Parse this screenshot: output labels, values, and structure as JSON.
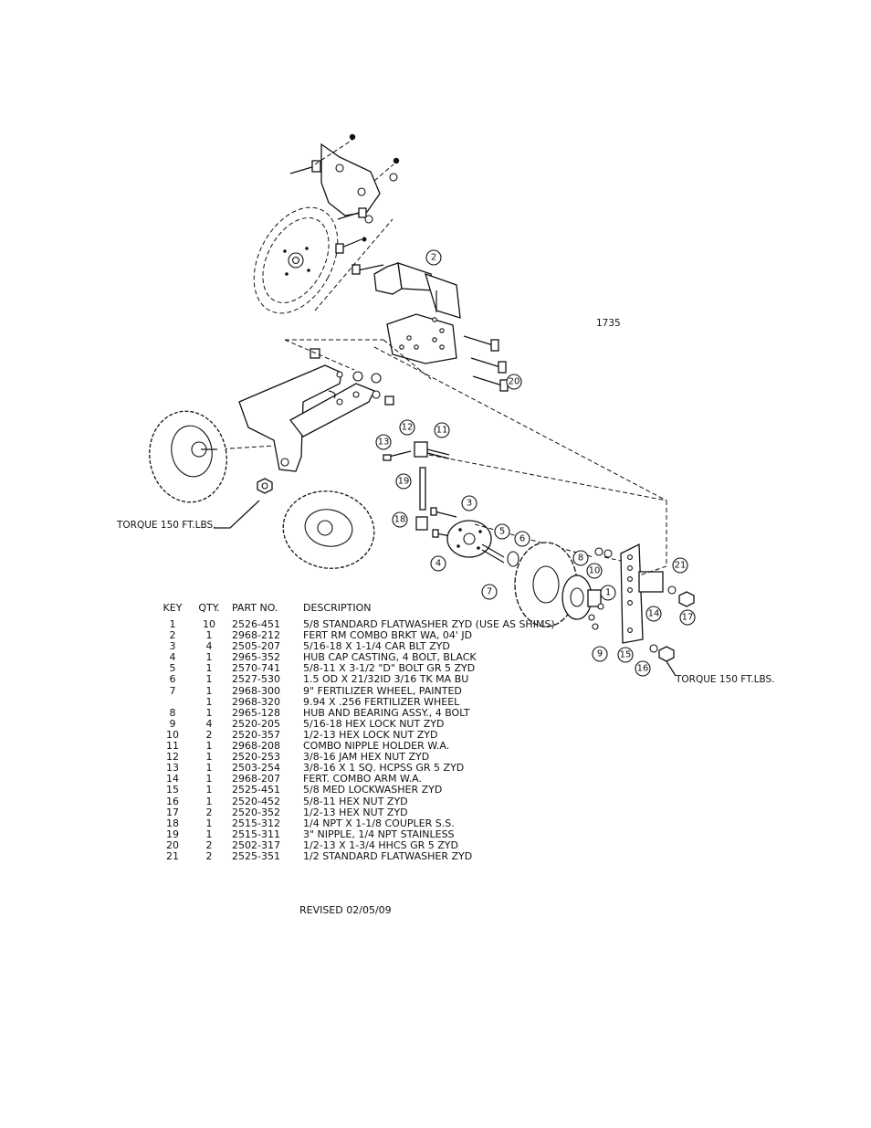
{
  "drawing_number": "1735",
  "torque_left": "TORQUE 150 FT.LBS.",
  "torque_right": "TORQUE 150 FT.LBS.",
  "revised": "REVISED 02/05/09",
  "headers": {
    "key": "KEY",
    "qty": "QTY.",
    "part_no": "PART NO.",
    "description": "DESCRIPTION"
  },
  "callouts": [
    "1",
    "2",
    "3",
    "4",
    "5",
    "6",
    "7",
    "8",
    "9",
    "10",
    "11",
    "12",
    "13",
    "14",
    "15",
    "16",
    "17",
    "18",
    "19",
    "20",
    "21"
  ],
  "parts": [
    {
      "key": "1",
      "qty": "10",
      "part_no": "2526-451",
      "description": "5/8 STANDARD FLATWASHER ZYD (USE AS SHIMS)"
    },
    {
      "key": "2",
      "qty": "1",
      "part_no": "2968-212",
      "description": "FERT RM COMBO BRKT WA, 04' JD"
    },
    {
      "key": "3",
      "qty": "4",
      "part_no": "2505-207",
      "description": "5/16-18 X 1-1/4 CAR BLT ZYD"
    },
    {
      "key": "4",
      "qty": "1",
      "part_no": "2965-352",
      "description": "HUB CAP CASTING, 4 BOLT, BLACK"
    },
    {
      "key": "5",
      "qty": "1",
      "part_no": "2570-741",
      "description": "5/8-11 X 3-1/2 \"D\" BOLT GR 5 ZYD"
    },
    {
      "key": "6",
      "qty": "1",
      "part_no": "2527-530",
      "description": "1.5 OD X 21/32ID 3/16 TK MA BU"
    },
    {
      "key": "7",
      "qty": "1",
      "part_no": "2968-300",
      "description": "9\" FERTILIZER WHEEL, PAINTED"
    },
    {
      "key": "",
      "qty": "1",
      "part_no": "2968-320",
      "description": "9.94 X .256 FERTILIZER WHEEL"
    },
    {
      "key": "8",
      "qty": "1",
      "part_no": "2965-128",
      "description": "HUB AND BEARING ASSY., 4 BOLT"
    },
    {
      "key": "9",
      "qty": "4",
      "part_no": "2520-205",
      "description": "5/16-18 HEX LOCK NUT ZYD"
    },
    {
      "key": "10",
      "qty": "2",
      "part_no": "2520-357",
      "description": "1/2-13 HEX LOCK NUT ZYD"
    },
    {
      "key": "11",
      "qty": "1",
      "part_no": "2968-208",
      "description": "COMBO NIPPLE HOLDER W.A."
    },
    {
      "key": "12",
      "qty": "1",
      "part_no": "2520-253",
      "description": "3/8-16 JAM HEX NUT ZYD"
    },
    {
      "key": "13",
      "qty": "1",
      "part_no": "2503-254",
      "description": "3/8-16 X 1 SQ. HCPSS GR 5 ZYD"
    },
    {
      "key": "14",
      "qty": "1",
      "part_no": "2968-207",
      "description": "FERT. COMBO ARM W.A."
    },
    {
      "key": "15",
      "qty": "1",
      "part_no": "2525-451",
      "description": "5/8 MED LOCKWASHER ZYD"
    },
    {
      "key": "16",
      "qty": "1",
      "part_no": "2520-452",
      "description": "5/8-11 HEX NUT ZYD"
    },
    {
      "key": "17",
      "qty": "2",
      "part_no": "2520-352",
      "description": "1/2-13 HEX NUT ZYD"
    },
    {
      "key": "18",
      "qty": "1",
      "part_no": "2515-312",
      "description": "1/4 NPT X 1-1/8 COUPLER S.S."
    },
    {
      "key": "19",
      "qty": "1",
      "part_no": "2515-311",
      "description": "3\" NIPPLE, 1/4 NPT STAINLESS"
    },
    {
      "key": "20",
      "qty": "2",
      "part_no": "2502-317",
      "description": "1/2-13 X 1-3/4 HHCS GR 5 ZYD"
    },
    {
      "key": "21",
      "qty": "2",
      "part_no": "2525-351",
      "description": "1/2 STANDARD FLATWASHER ZYD"
    }
  ]
}
